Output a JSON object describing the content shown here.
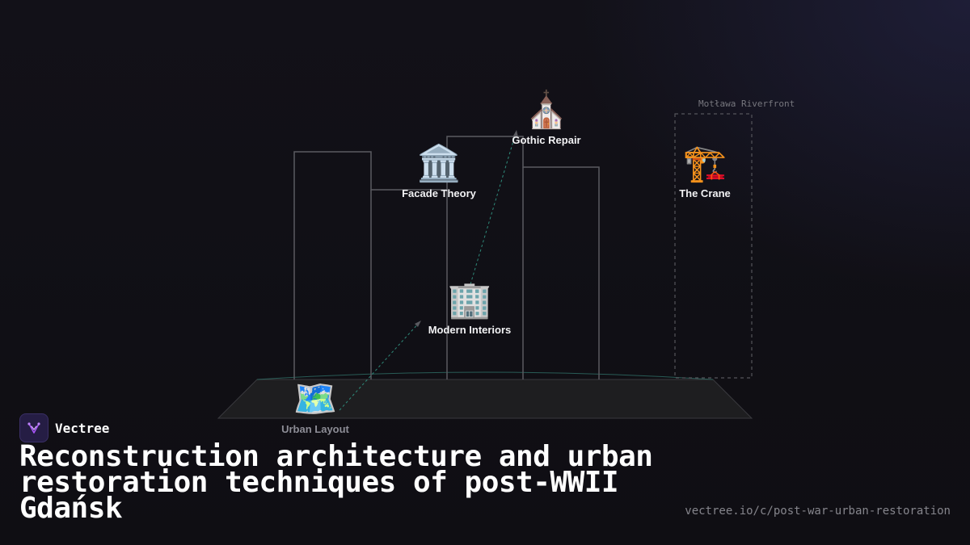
{
  "diagram": {
    "region_label": "Motława Riverfront",
    "nodes": [
      {
        "id": "urban-layout",
        "emoji": "🗺️",
        "label": "Urban Layout"
      },
      {
        "id": "modern-interiors",
        "emoji": "🏢",
        "label": "Modern Interiors"
      },
      {
        "id": "facade-theory",
        "emoji": "🏛️",
        "label": "Facade Theory"
      },
      {
        "id": "gothic-repair",
        "emoji": "⛪",
        "label": "Gothic Repair"
      },
      {
        "id": "the-crane",
        "emoji": "🏗️",
        "label": "The Crane"
      }
    ]
  },
  "brand": {
    "name": "Vectree",
    "logo_icon": "vectree-logo-icon",
    "accent": "#a855f7"
  },
  "title": "Reconstruction architecture and urban restoration techniques of post-WWII Gdańsk",
  "url": "vectree.io/c/post-war-urban-restoration",
  "colors": {
    "background": "#111015",
    "outline": "#5a5a60",
    "path": "#2f8a7a"
  }
}
